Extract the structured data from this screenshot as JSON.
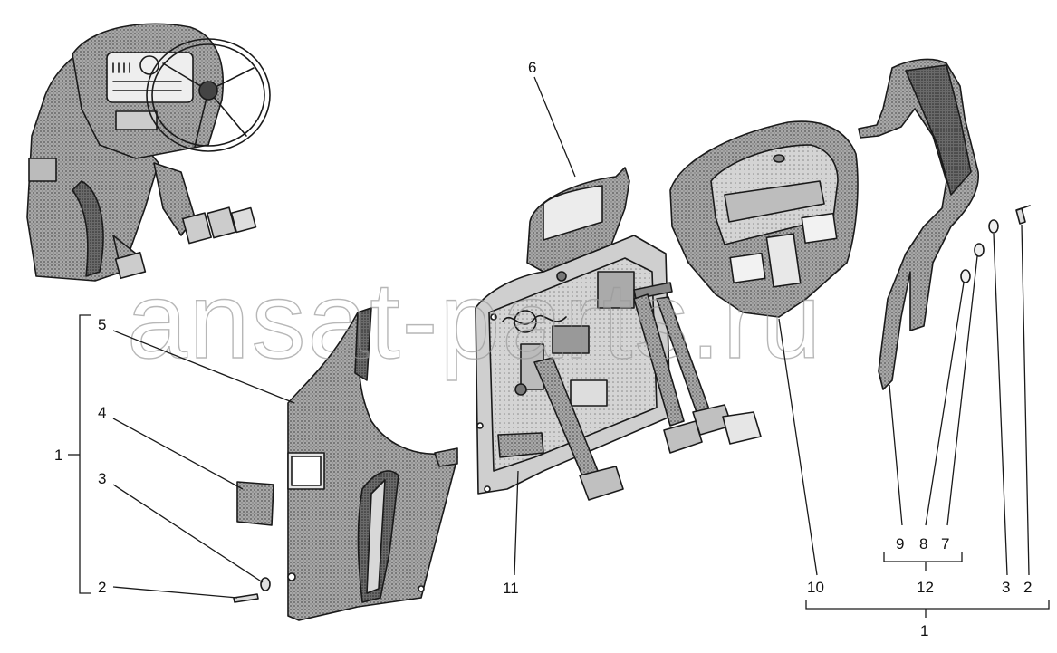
{
  "watermark": "ansat-parts.ru",
  "colors": {
    "ink": "#1a1a1a",
    "shade_dark": "#5a5a5a",
    "shade_mid": "#8c8c8c",
    "shade_light": "#c8c8c8",
    "watermark": "#9a9a9a"
  },
  "callouts": {
    "c1_left": "1",
    "c2_left": "2",
    "c3_left": "3",
    "c4": "4",
    "c5": "5",
    "c6": "6",
    "c7": "7",
    "c8": "8",
    "c9": "9",
    "c10": "10",
    "c11": "11",
    "c12": "12",
    "c3_right": "3",
    "c2_right": "2",
    "c1_bottom": "1"
  }
}
